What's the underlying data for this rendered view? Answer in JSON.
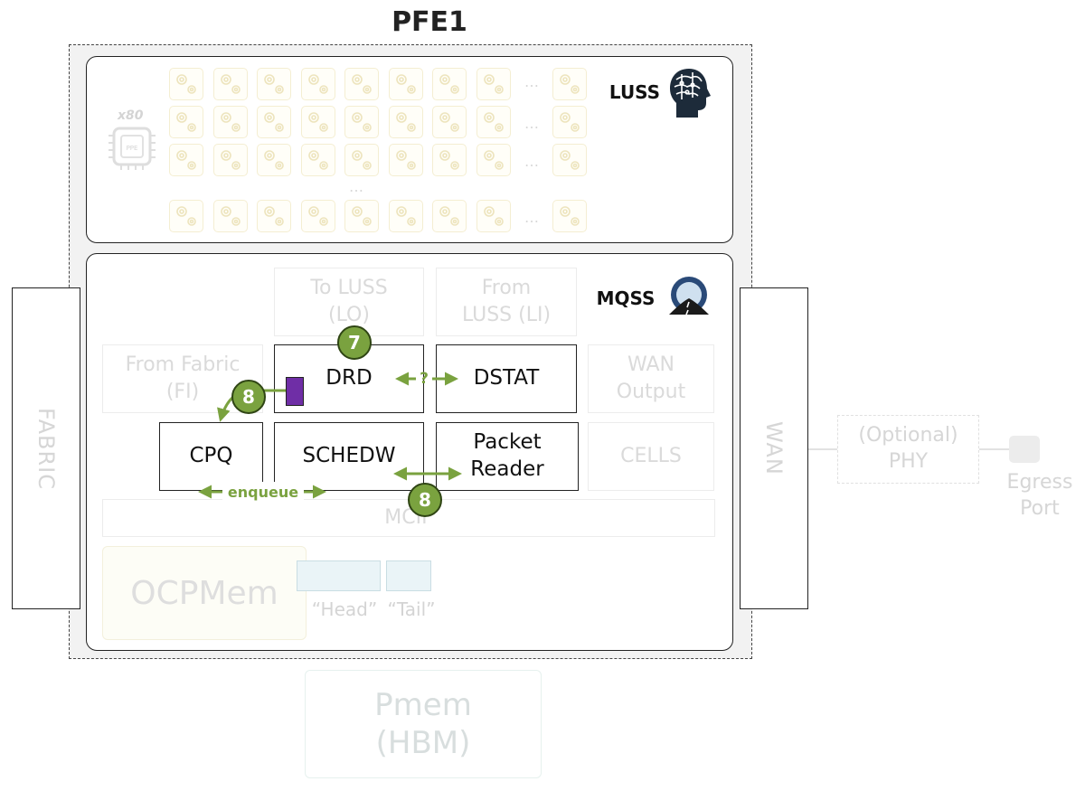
{
  "title": "PFE1",
  "luss": {
    "label": "LUSS",
    "count_label": "x80",
    "chip_label": "PPE",
    "ellipsis": "…",
    "icon": "brain-head-icon"
  },
  "mqss": {
    "label": "MQSS",
    "icon": "road-icon",
    "to_luss": "To LUSS\n(LO)",
    "from_luss": "From\nLUSS (LI)",
    "from_fabric": "From Fabric\n(FI)",
    "drd": "DRD",
    "dstat": "DSTAT",
    "wan_output": "WAN\nOutput",
    "cpq": "CPQ",
    "schedw": "SCHEDW",
    "packet_reader": "Packet\nReader",
    "cells": "CELLS",
    "mcif": "MCIF",
    "ocpmem": "OCPMem",
    "head_label": "“Head”",
    "tail_label": "“Tail”"
  },
  "fabric": "FABRIC",
  "wan": "WAN",
  "phy": "(Optional)\nPHY",
  "egress": "Egress\nPort",
  "pmem": "Pmem\n(HBM)",
  "annotations": {
    "badge_7": "7",
    "badge_8a": "8",
    "badge_8b": "8",
    "question": "?",
    "enqueue": "enqueue"
  },
  "colors": {
    "accent_green": "#7aa23f",
    "queue_purple": "#6f2ea6",
    "faded_text": "#dadada"
  }
}
